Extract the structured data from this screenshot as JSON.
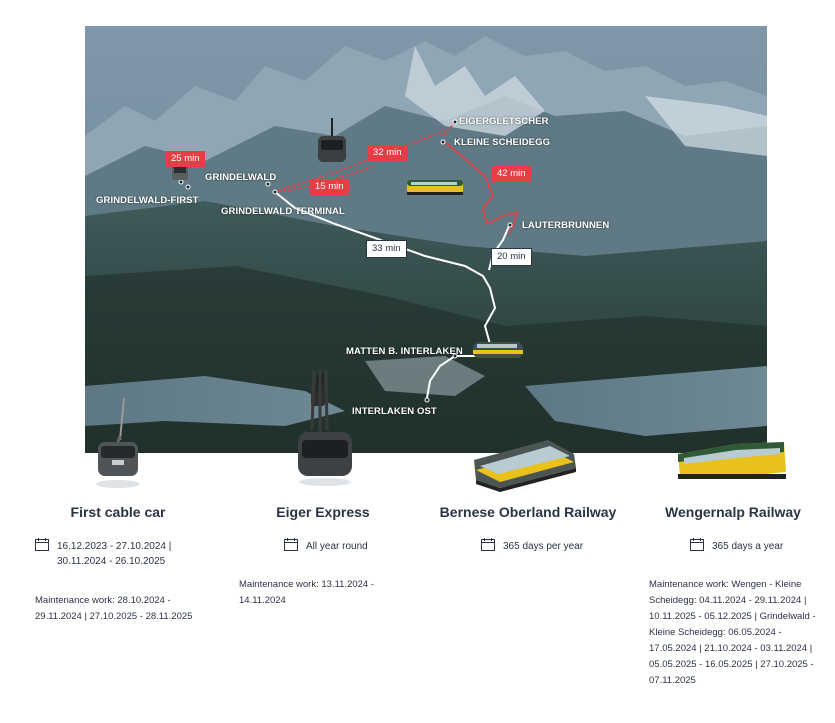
{
  "map": {
    "places": {
      "eigergletscher": "EIGERGLETSCHER",
      "kleine_scheidegg": "KLEINE SCHEIDEGG",
      "grindelwald": "GRINDELWALD",
      "grindelwald_first": "GRINDELWALD-FIRST",
      "grindelwald_terminal": "GRINDELWALD TERMINAL",
      "lauterbrunnen": "LAUTERBRUNNEN",
      "matten": "MATTEN B. INTERLAKEN",
      "interlaken_ost": "INTERLAKEN OST"
    },
    "times": {
      "first": "25 min",
      "eiger_express_1": "32 min",
      "eiger_express_2": "15 min",
      "wab_lauterbrunnen": "42 min",
      "bob_grindelwald": "33 min",
      "bob_lauterbrunnen": "20 min"
    },
    "colors": {
      "red_route": "#e63e45",
      "white_route": "#ffffff"
    }
  },
  "transports": [
    {
      "name": "First cable car",
      "icon": "gondola-icon",
      "schedule": [
        "16.12.2023 - 27.10.2024 |",
        "30.11.2024 - 26.10.2025"
      ],
      "maintenance": [
        "Maintenance work: 28.10.2024 -",
        "29.11.2024 | 27.10.2025 - 28.11.2025"
      ]
    },
    {
      "name": "Eiger Express",
      "icon": "cabin-icon",
      "schedule": [
        "All year round"
      ],
      "maintenance": [
        "Maintenance work: 13.11.2024 -",
        "14.11.2024"
      ]
    },
    {
      "name": "Bernese Oberland Railway",
      "icon": "train-icon",
      "schedule": [
        "365 days per year"
      ],
      "maintenance": []
    },
    {
      "name": "Wengernalp Railway",
      "icon": "train-icon",
      "schedule": [
        "365 days a year"
      ],
      "maintenance": [
        "Maintenance work: Wengen - Kleine",
        "Scheidegg: 04.11.2024 - 29.11.2024 |",
        "10.11.2025 - 05.12.2025 | Grindelwald -",
        "Kleine Scheidegg: 06.05.2024 -",
        "17.05.2024 | 21.10.2024 - 03.11.2024 |",
        "05.05.2025 - 16.05.2025 | 27.10.2025 -",
        "07.11.2025"
      ]
    }
  ],
  "colors": {
    "text": "#2a3444",
    "accent_red": "#e63e45",
    "train_yellow": "#e8c21a",
    "train_green": "#2f5a3a"
  }
}
